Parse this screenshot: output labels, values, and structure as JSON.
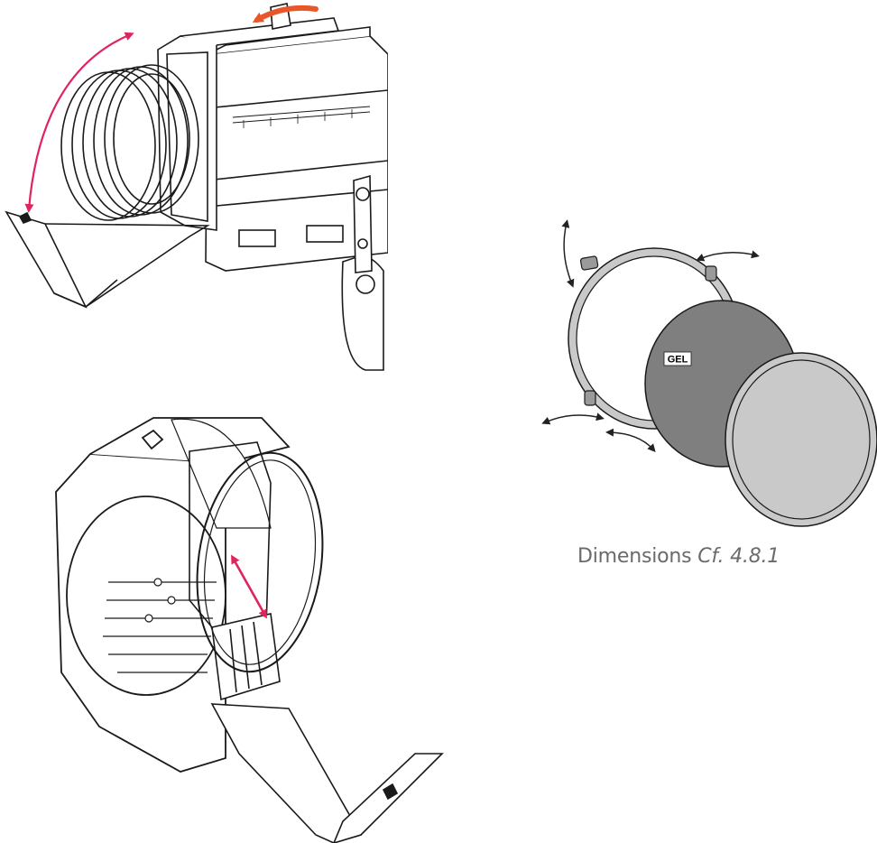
{
  "gel_label": "GEL",
  "caption": {
    "prefix": "Dimensions",
    "reference": "Cf. 4.8.1"
  },
  "colors": {
    "arrow_red": "#e0245e",
    "arrow_orange": "#e8562a",
    "arrow_black": "#222222",
    "gel_fill": "#7f7f7f",
    "ring_fill": "#c9c9c9",
    "line": "#1a1a1a",
    "caption_text": "#6a6a6a"
  },
  "icons": [
    "double-headed-arrow",
    "curved-rotation-arrow",
    "wing-knob",
    "gel-disc",
    "retaining-ring"
  ]
}
